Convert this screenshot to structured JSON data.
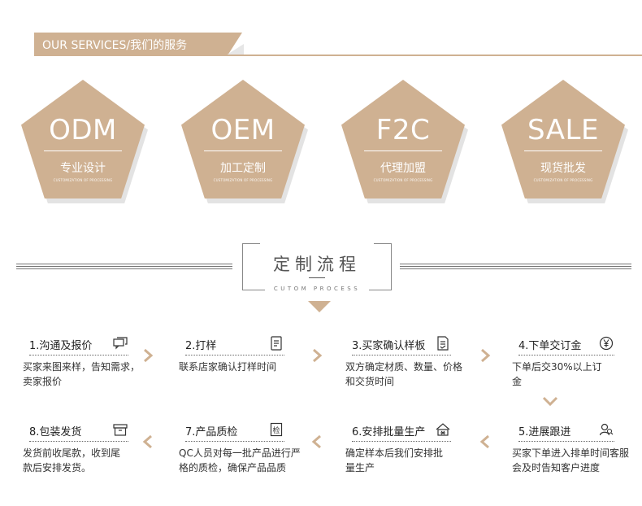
{
  "header": {
    "title": "OUR SERVICES/我们的服务"
  },
  "services": [
    {
      "code": "ODM",
      "cn": "专业设计",
      "sub": "CUSTOMIZATION OF PROCESSING"
    },
    {
      "code": "OEM",
      "cn": "加工定制",
      "sub": "CUSTOMIZATION OF PROCESSING"
    },
    {
      "code": "F2C",
      "cn": "代理加盟",
      "sub": "CUSTOMIZATION OF PROCESSING"
    },
    {
      "code": "SALE",
      "cn": "现货批发",
      "sub": "CUSTOMIZATION OF PROCESSING"
    }
  ],
  "process": {
    "title": "定制流程",
    "subtitle": "CUTOM PROCESS"
  },
  "steps": [
    {
      "title": "1.沟通及报价",
      "icon": "chat-icon",
      "desc": "买家来图来样，告知需求，卖家报价"
    },
    {
      "title": "2.打样",
      "icon": "document-icon",
      "desc": "联系店家确认打样时间"
    },
    {
      "title": "3.买家确认样板",
      "icon": "checklist-icon",
      "desc": "双方确定材质、数量、价格和交货时间"
    },
    {
      "title": "4.下单交订金",
      "icon": "yen-icon",
      "desc": "下单后交30%以上订金"
    },
    {
      "title": "5.进展跟进",
      "icon": "person-search-icon",
      "desc": "买家下单进入排单时间客服会及时告知客户进度"
    },
    {
      "title": "6.安排批量生产",
      "icon": "factory-icon",
      "desc": "确定样本后我们安排批量生产"
    },
    {
      "title": "7.产品质检",
      "icon": "inspection-icon",
      "desc": "QC人员对每一批产品进行严格的质检，确保产品品质"
    },
    {
      "title": "8.包装发货",
      "icon": "box-icon",
      "desc": "发货前收尾款，收到尾款后安排发货。"
    }
  ],
  "colors": {
    "accent": "#cfb192",
    "text": "#333333"
  }
}
